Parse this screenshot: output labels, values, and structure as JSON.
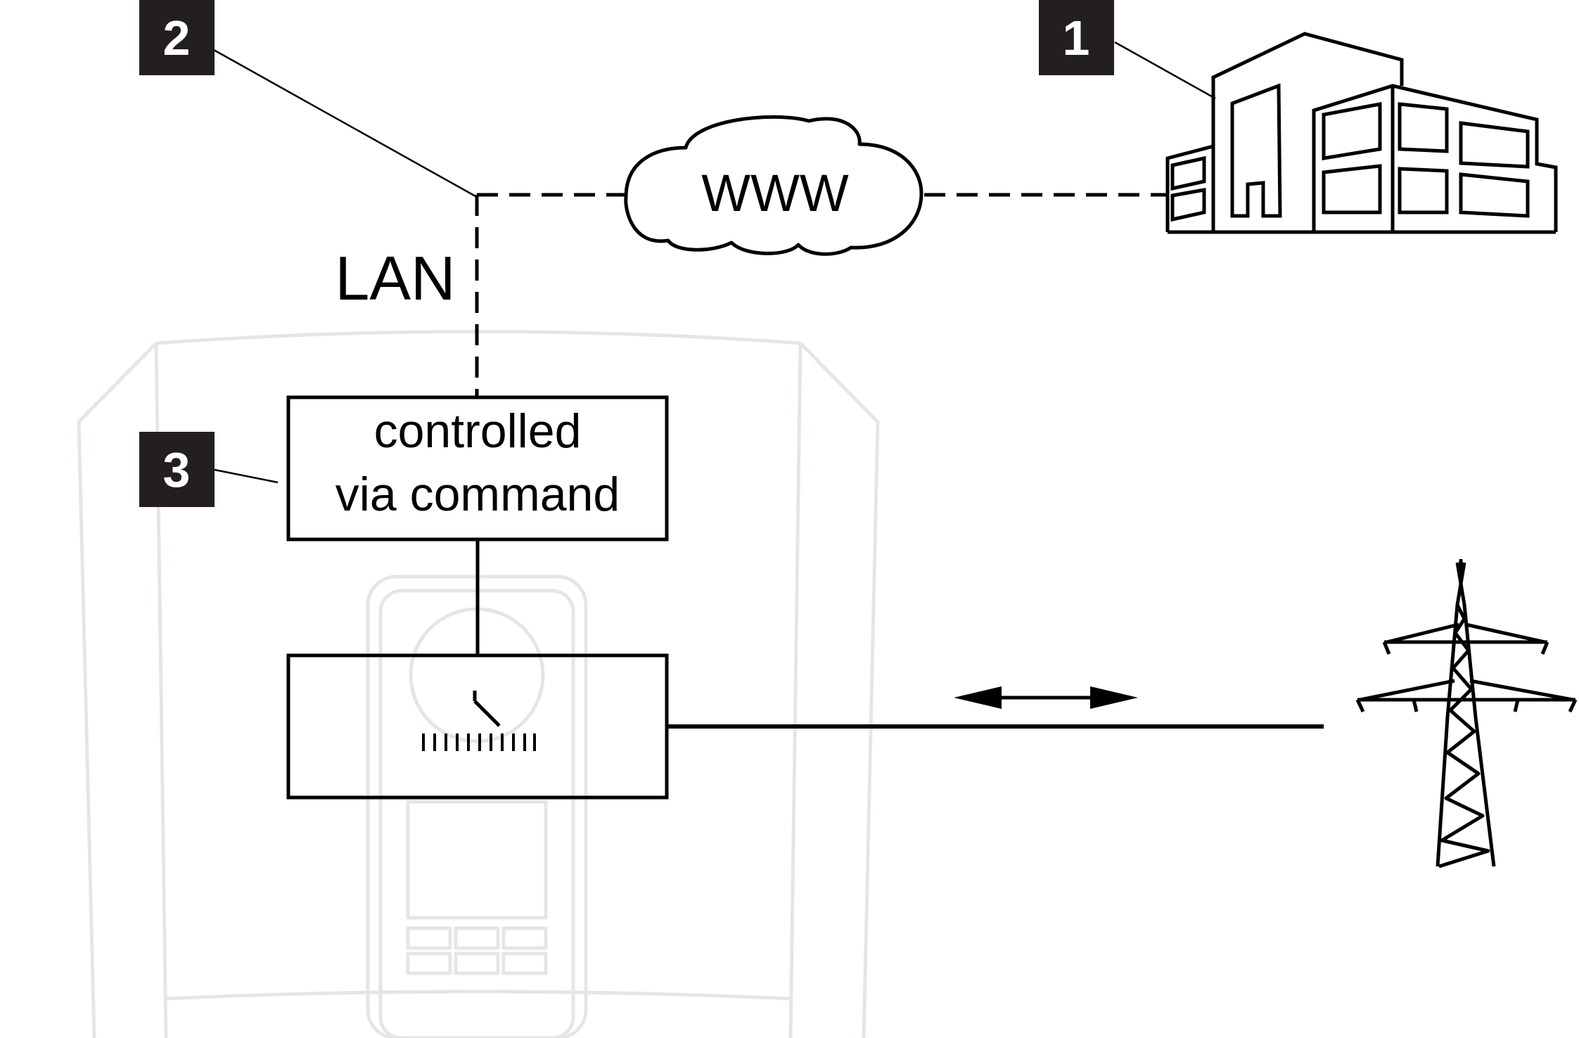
{
  "callouts": {
    "one": "1",
    "two": "2",
    "three": "3"
  },
  "labels": {
    "cloud": "WWW",
    "lan": "LAN",
    "controller_line1": "controlled",
    "controller_line2": "via command"
  },
  "icons": {
    "building": "building-icon",
    "cloud": "cloud-icon",
    "pylon": "power-pylon-icon",
    "meter": "energy-meter-icon",
    "inverter": "inverter-outline-icon"
  },
  "colors": {
    "line": "#000000",
    "inverter_outline": "#e3e6e9",
    "callout_bg": "#231f20",
    "callout_text": "#ffffff"
  }
}
